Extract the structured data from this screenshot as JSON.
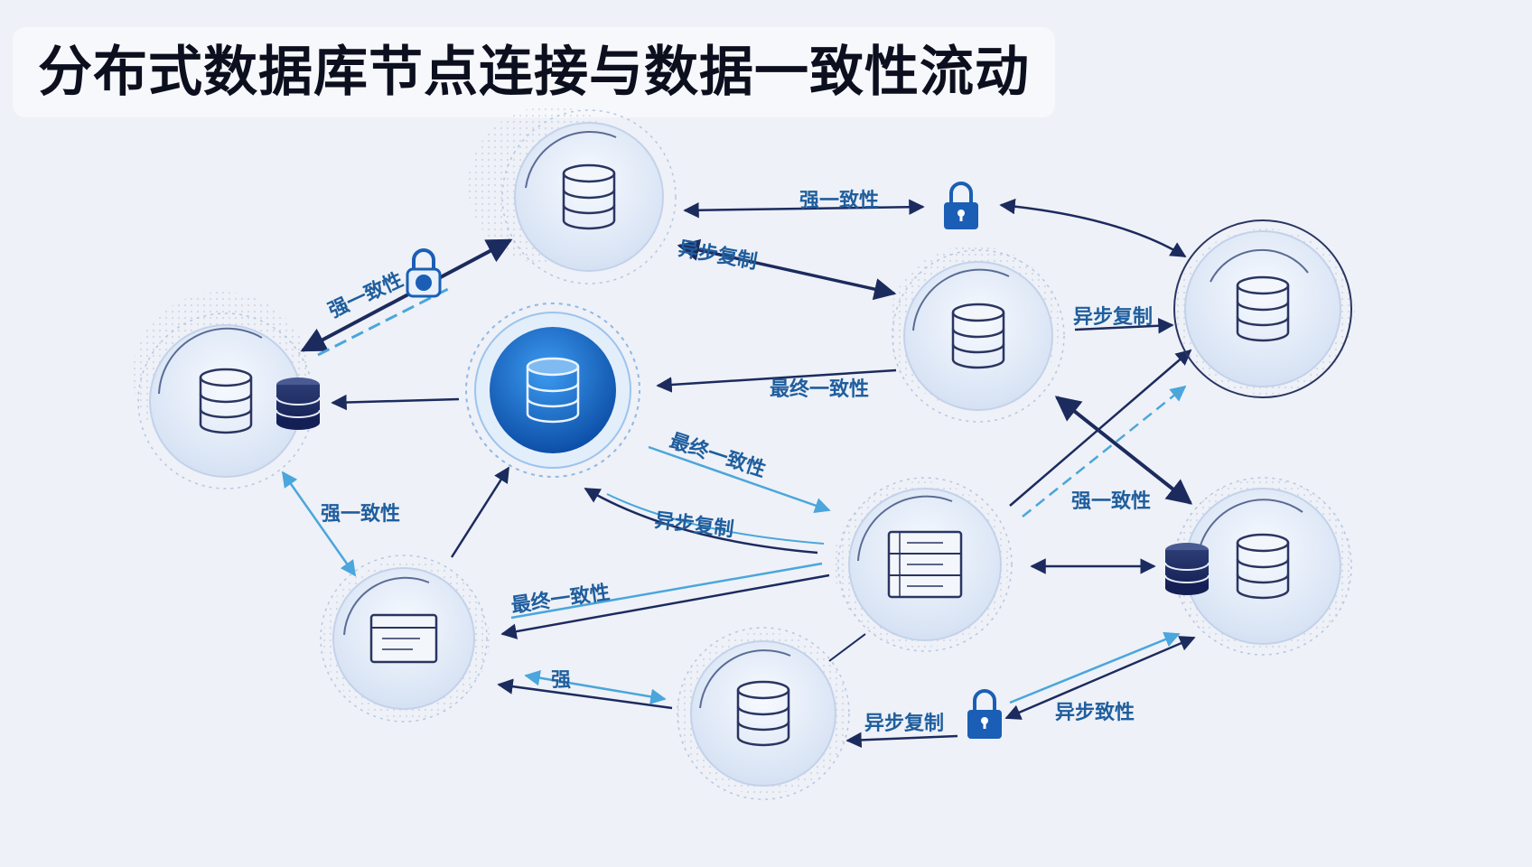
{
  "title": "分布式数据库节点连接与数据一致性流动",
  "colors": {
    "navy": "#1c2b5e",
    "sky": "#4aa6dc",
    "label": "#1f5e9e",
    "node_fill": "#dfe8f6",
    "hub_blue": "#1867c7"
  },
  "edge_labels": {
    "l1": "强一致性",
    "l2": "异步复制",
    "l3": "强一致性",
    "l4": "异步复制",
    "l5": "最终一致性",
    "l6": "最终一致性",
    "l7": "强一致性",
    "l8": "异步复制",
    "l9": "强一致性",
    "l10": "最终一致性",
    "l11": "强",
    "l12": "异步复制",
    "l13": "异步致性"
  },
  "icons": {
    "database": "database-stack-icon",
    "table": "server-rack-icon",
    "lock": "padlock-icon"
  }
}
